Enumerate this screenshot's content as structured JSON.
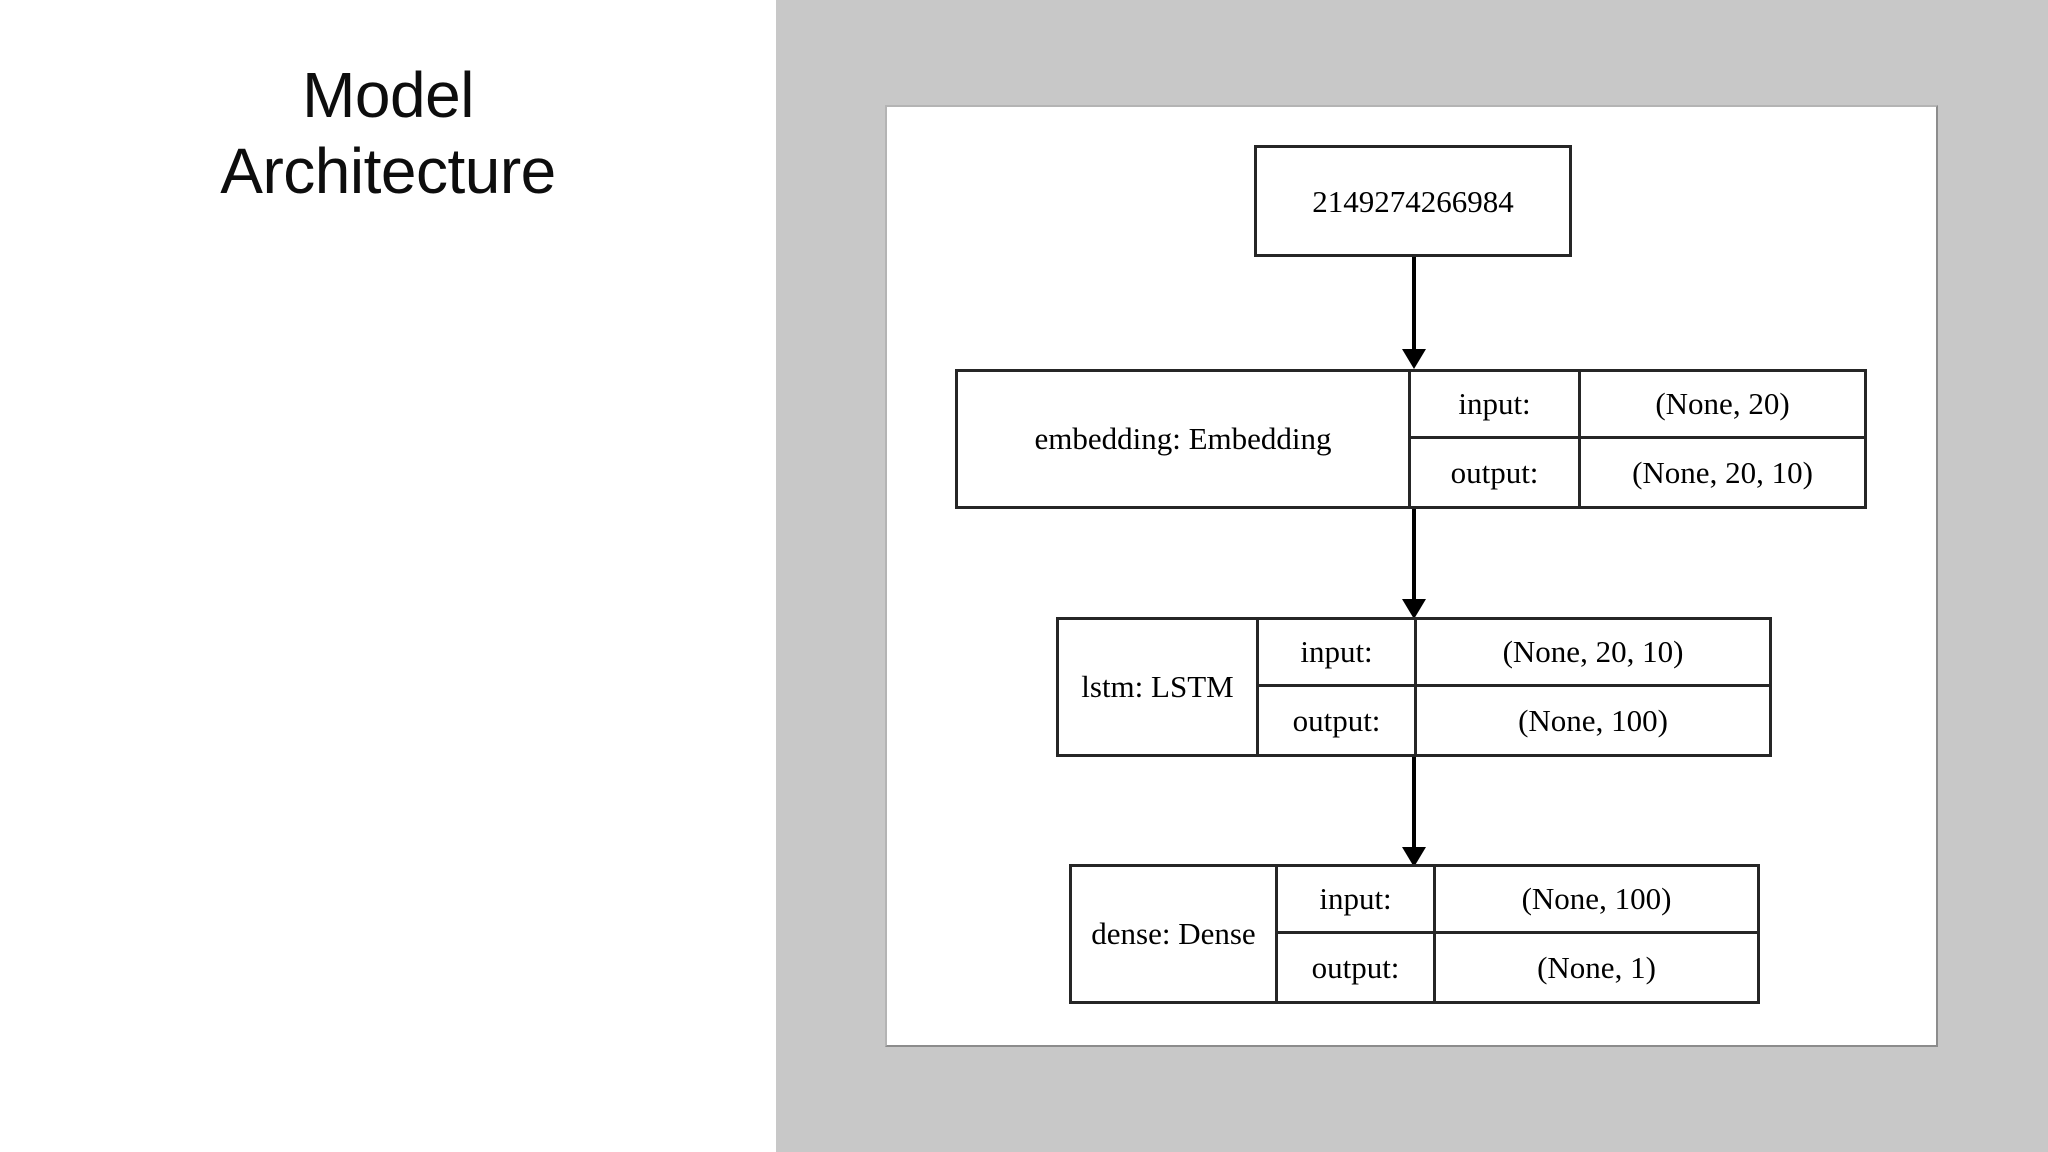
{
  "slide": {
    "title_line1": "Model",
    "title_line2": "Architecture",
    "background_color": "#ffffff",
    "panel_color": "#c8c8c8",
    "card_color": "#ffffff"
  },
  "diagram": {
    "type": "keras-plot-model",
    "input_node": {
      "label": "2149274266984"
    },
    "layers": [
      {
        "name": "embedding: Embedding",
        "input_label": "input:",
        "output_label": "output:",
        "input_shape": "(None, 20)",
        "output_shape": "(None, 20, 10)"
      },
      {
        "name": "lstm: LSTM",
        "input_label": "input:",
        "output_label": "output:",
        "input_shape": "(None, 20, 10)",
        "output_shape": "(None, 100)"
      },
      {
        "name": "dense: Dense",
        "input_label": "input:",
        "output_label": "output:",
        "input_shape": "(None, 100)",
        "output_shape": "(None, 1)"
      }
    ],
    "edges": [
      {
        "from": "2149274266984",
        "to": "embedding: Embedding"
      },
      {
        "from": "embedding: Embedding",
        "to": "lstm: LSTM"
      },
      {
        "from": "lstm: LSTM",
        "to": "dense: Dense"
      }
    ]
  }
}
